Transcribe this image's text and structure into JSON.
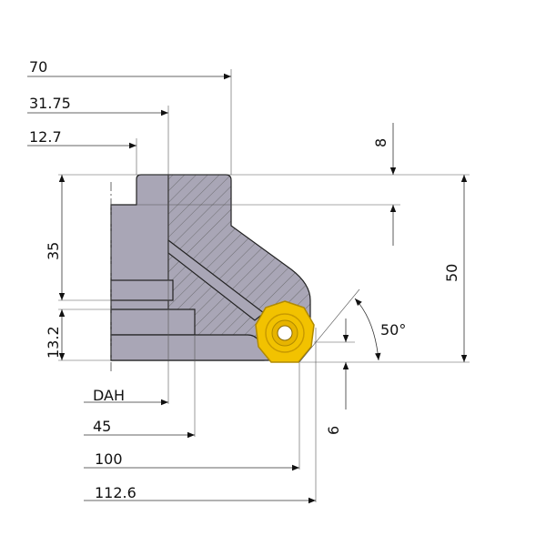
{
  "title": "Milling cutter dimension drawing",
  "dimensions": {
    "d70": "70",
    "d31_75": "31.75",
    "d12_7": "12.7",
    "d35": "35",
    "d13_2": "13.2",
    "dah": "DAH",
    "d45": "45",
    "d100": "100",
    "d112_6": "112.6",
    "d8": "8",
    "d50": "50",
    "d6": "6",
    "angle": "50°"
  },
  "colors": {
    "body": "#a9a6b6",
    "insert": "#f2c200",
    "insert_edge": "#b08a00"
  }
}
